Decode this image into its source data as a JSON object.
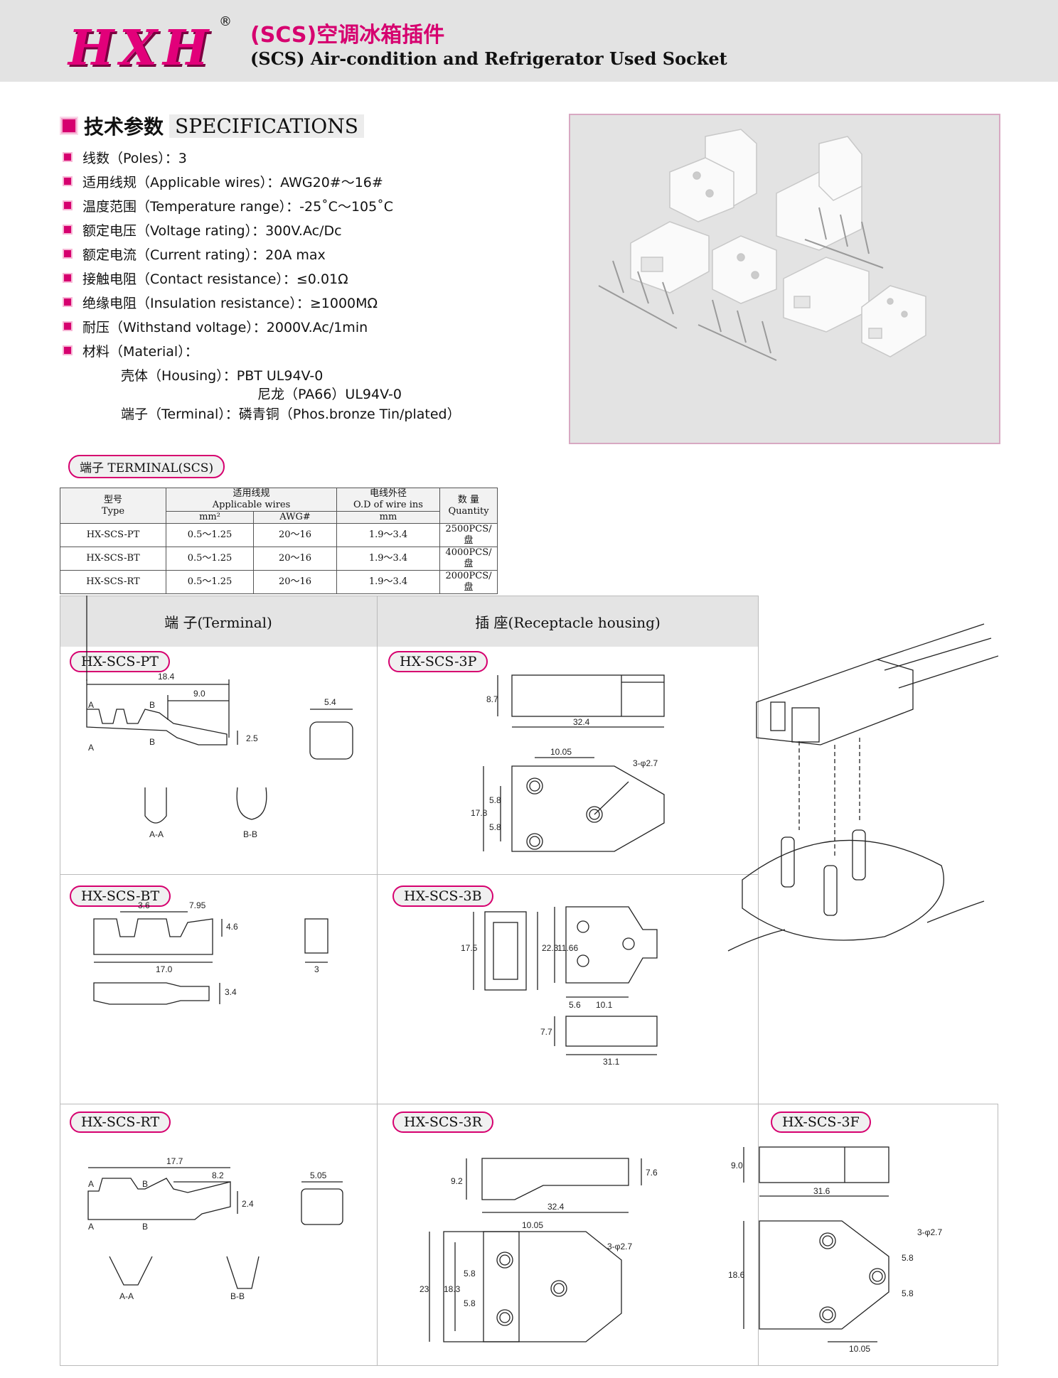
{
  "header": {
    "logo": "HXH",
    "registered": "®",
    "title_cn": "(SCS)空调冰箱插件",
    "title_en": "(SCS) Air-condition and Refrigerator Used Socket"
  },
  "specs": {
    "heading_cn": "技术参数",
    "heading_en": "SPECIFICATIONS",
    "items": [
      "线数（Poles）：3",
      "适用线规（Applicable wires）：AWG20#～16#",
      "温度范围（Temperature range）：-25˚C～105˚C",
      "额定电压（Voltage rating）：300V.Ac/Dc",
      "额定电流（Current rating）：20A max",
      "接触电阻（Contact resistance）：≤0.01Ω",
      "绝缘电阻（Insulation resistance）：≥1000MΩ",
      "耐压（Withstand voltage）：2000V.Ac/1min",
      "材料（Material）："
    ],
    "housing_line": "壳体（Housing）：PBT  UL94V-0",
    "housing_line2": "尼龙（PA66）UL94V-0",
    "terminal_line": "端子（Terminal）：磷青铜（Phos.bronze Tin/plated）"
  },
  "terminal_table": {
    "label": "端子 TERMINAL(SCS)",
    "h_type_cn": "型号",
    "h_type_en": "Type",
    "h_wires_cn": "适用线规",
    "h_wires_en": "Applicable wires",
    "h_mm2": "mm²",
    "h_awg": "AWG#",
    "h_od_cn": "电线外径",
    "h_od_en": "O.D of wire ins",
    "h_od_unit": "mm",
    "h_qty_cn": "数  量",
    "h_qty_en": "Quantity",
    "rows": [
      {
        "type": "HX-SCS-PT",
        "mm2": "0.5～1.25",
        "awg": "20～16",
        "od": "1.9～3.4",
        "qty": "2500PCS/盘"
      },
      {
        "type": "HX-SCS-BT",
        "mm2": "0.5～1.25",
        "awg": "20～16",
        "od": "1.9～3.4",
        "qty": "4000PCS/盘"
      },
      {
        "type": "HX-SCS-RT",
        "mm2": "0.5～1.25",
        "awg": "20～16",
        "od": "1.9～3.4",
        "qty": "2000PCS/盘"
      }
    ]
  },
  "drawings": {
    "col_terminal": "端  子(Terminal)",
    "col_housing": "插  座(Receptacle housing)",
    "labels": {
      "pt": "HX-SCS-PT",
      "p3": "HX-SCS-3P",
      "bt": "HX-SCS-BT",
      "b3": "HX-SCS-3B",
      "rt": "HX-SCS-RT",
      "r3": "HX-SCS-3R",
      "f3": "HX-SCS-3F"
    },
    "dims": {
      "pt_len": "18.4",
      "pt_9": "9.0",
      "pt_54": "5.4",
      "pt_25": "2.5",
      "pt_aa": "A-A",
      "pt_bb": "B-B",
      "a": "A",
      "b": "B",
      "p3_87": "8.7",
      "p3_324": "32.4",
      "p3_1005": "10.05",
      "p3_hole": "3-φ2.7",
      "p3_178": "17.8",
      "p3_58a": "5.8",
      "p3_58b": "5.8",
      "bt_36": "3.6",
      "bt_795": "7.95",
      "bt_46": "4.6",
      "bt_170": "17.0",
      "bt_3": "3",
      "bt_34": "3.4",
      "b3_175": "17.5",
      "b3_223": "22.3",
      "b3_1166": "11.66",
      "b3_56": "5.6",
      "b3_101": "10.1",
      "b3_77": "7.7",
      "b3_311": "31.1",
      "rt_177": "17.7",
      "rt_82": "8.2",
      "rt_505": "5.05",
      "rt_24": "2.4",
      "r3_92": "9.2",
      "r3_76": "7.6",
      "r3_324": "32.4",
      "r3_1005": "10.05",
      "r3_hole": "3-φ2.7",
      "r3_23": "23",
      "r3_183": "18.3",
      "r3_58a": "5.8",
      "r3_58b": "5.8",
      "f3_90": "9.0",
      "f3_316": "31.6",
      "f3_hole": "3-φ2.7",
      "f3_186": "18.6",
      "f3_58a": "5.8",
      "f3_58b": "5.8",
      "f3_1005": "10.05"
    }
  }
}
